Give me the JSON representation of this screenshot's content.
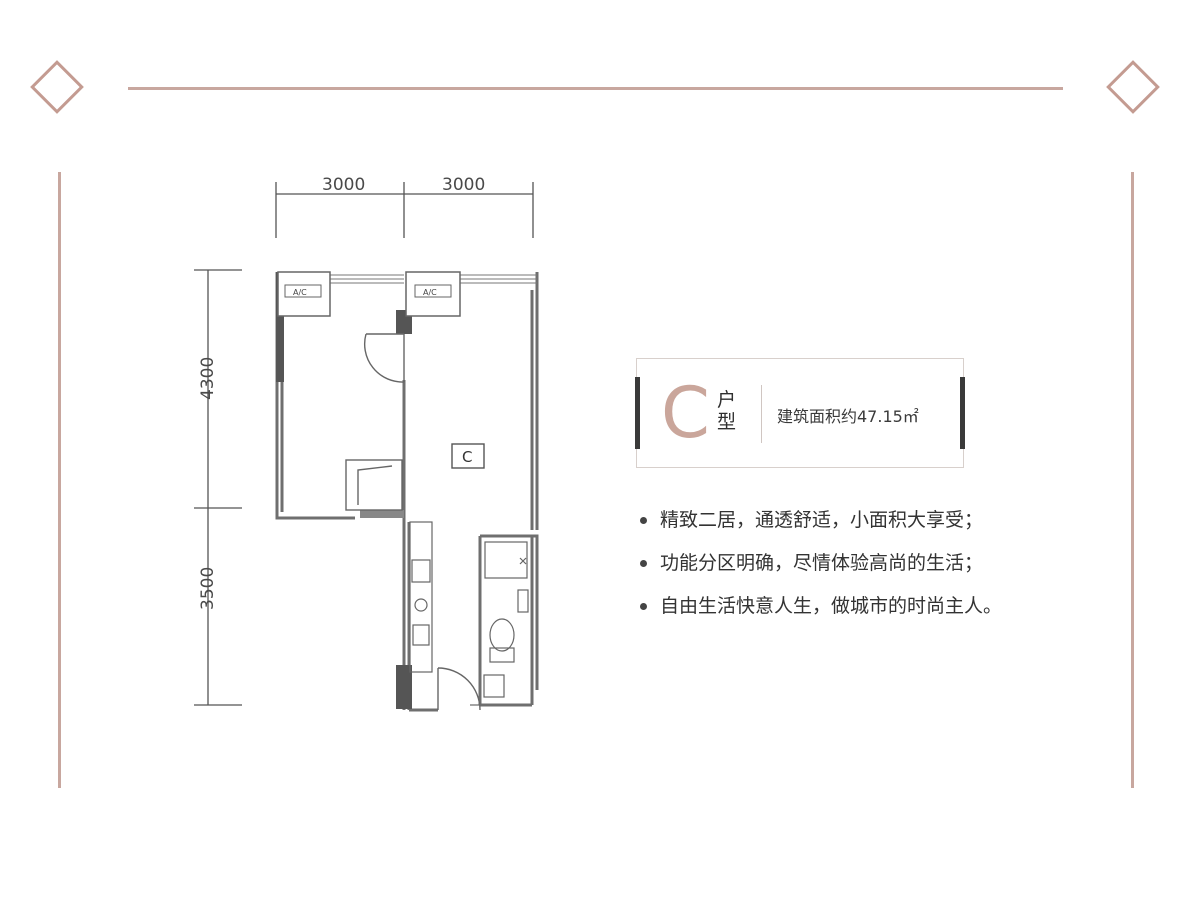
{
  "colors": {
    "accent": "#c49b91",
    "line": "#c8a79f",
    "wall": "#777777",
    "text": "#333333"
  },
  "floorplan": {
    "dim_top_left": "3000",
    "dim_top_right": "3000",
    "dim_left_upper": "4300",
    "dim_left_lower": "3500",
    "room_label": "C",
    "ac_label_1": "A/C",
    "ac_label_2": "A/C"
  },
  "unit_badge": {
    "letter": "C",
    "type_label": "户型",
    "area_text": "建筑面积约47.15㎡"
  },
  "features": [
    "精致二居，通透舒适，小面积大享受；",
    "功能分区明确，尽情体验高尚的生活；",
    "自由生活快意人生，做城市的时尚主人。"
  ]
}
